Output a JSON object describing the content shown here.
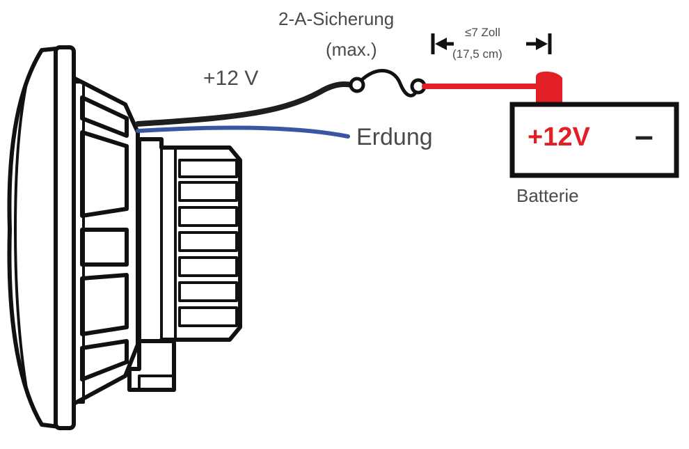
{
  "labels": {
    "fuse": "2-A-Sicherung",
    "fuse_max": "(max.)",
    "positive_wire": "+12 V",
    "ground_wire": "Erdung",
    "distance": "≤7 Zoll",
    "distance_metric": "(17,5 cm)",
    "battery_name": "Batterie",
    "battery_positive": "+12V",
    "battery_negative": "–"
  },
  "colors": {
    "positive_wire": "#1e1e1e",
    "ground_wire": "#3a55a4",
    "fused_wire": "#e21e26",
    "battery_positive_text": "#e21e26",
    "outline": "#111111",
    "label_text": "#4a4a4a"
  },
  "icons": [
    "headlight-side-view",
    "fuse-symbol",
    "battery-symbol",
    "dimension-arrow"
  ]
}
